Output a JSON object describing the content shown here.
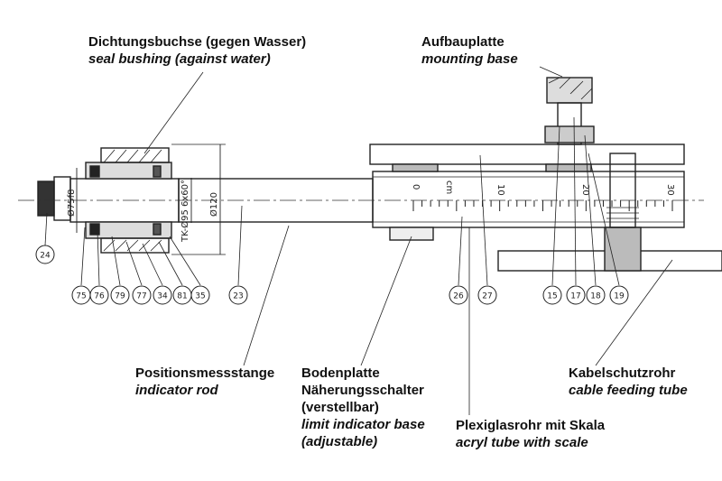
{
  "labels": {
    "seal_bushing": {
      "de": "Dichtungsbuchse (gegen Wasser)",
      "en": "seal bushing (against water)"
    },
    "mounting_base": {
      "de": "Aufbauplatte",
      "en": "mounting base"
    },
    "indicator_rod": {
      "de": "Positionsmessstange",
      "en": "indicator rod"
    },
    "limit_base": {
      "de1": "Bodenplatte",
      "de2": "Näherungsschalter",
      "de3": "(verstellbar)",
      "en1": "limit indicator base",
      "en2": "(adjustable)"
    },
    "acryl_tube": {
      "de": "Plexiglasrohr mit Skala",
      "en": "acryl tube with scale"
    },
    "cable_tube": {
      "de": "Kabelschutzrohr",
      "en": "cable feeding tube"
    }
  },
  "part_numbers": {
    "p24": "24",
    "p75": "75",
    "p76": "76",
    "p79": "79",
    "p77": "77",
    "p34": "34",
    "p81": "81",
    "p35": "35",
    "p23": "23",
    "p26": "26",
    "p27": "27",
    "p15": "15",
    "p17": "17",
    "p18": "18",
    "p19": "19"
  },
  "dimensions": {
    "rod_dia": "Ø75f8",
    "bolt_circle": "TK-Ø95  6x60°",
    "flange_dia": "Ø120"
  },
  "scale_marks": [
    "0",
    "cm",
    "10",
    "20",
    "30"
  ]
}
